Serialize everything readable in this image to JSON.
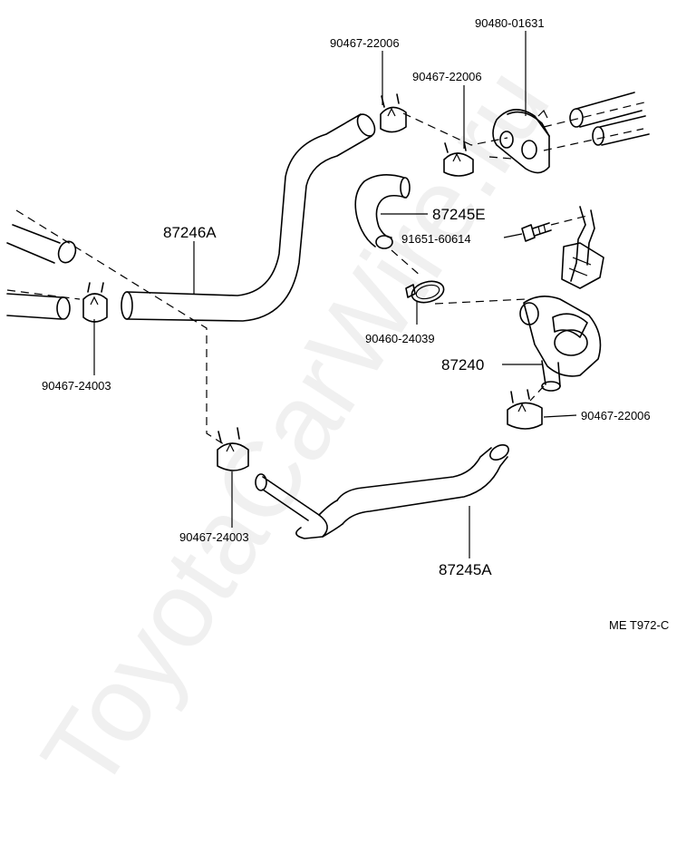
{
  "labels": {
    "p90467_22006_top": "90467-22006",
    "p90480_01631": "90480-01631",
    "p90467_22006_mid": "90467-22006",
    "p87246A": "87246A",
    "p87245E": "87245E",
    "p91651_60614": "91651-60614",
    "p90460_24039": "90460-24039",
    "p87240": "87240",
    "p90467_22006_right": "90467-22006",
    "p90467_24003_left": "90467-24003",
    "p90467_24003_bottom": "90467-24003",
    "p87245A": "87245A",
    "diagram_code": "ME T972-C"
  },
  "watermark": "ToyotaCarWire.ru"
}
